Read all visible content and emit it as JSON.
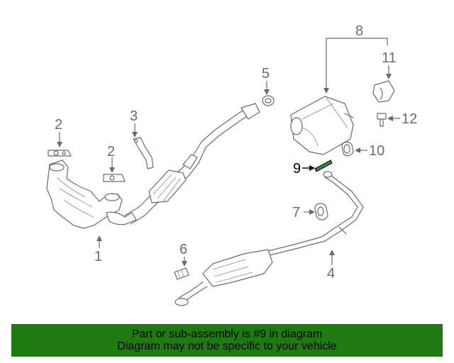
{
  "callouts": {
    "c1": "1",
    "c2a": "2",
    "c2b": "2",
    "c3": "3",
    "c4": "4",
    "c5": "5",
    "c6": "6",
    "c7": "7",
    "c8": "8",
    "c9": "9",
    "c10": "10",
    "c11": "11",
    "c12": "12"
  },
  "highlighted_part": "9",
  "colors": {
    "banner": "#1f7a12",
    "highlight_part": "#2e8b2e",
    "line_art": "#6b6b6b"
  },
  "banner": {
    "line1": "Part or sub-assembly is #9 in diagram",
    "line2": "Diagram may not be specific to your vehicle"
  }
}
